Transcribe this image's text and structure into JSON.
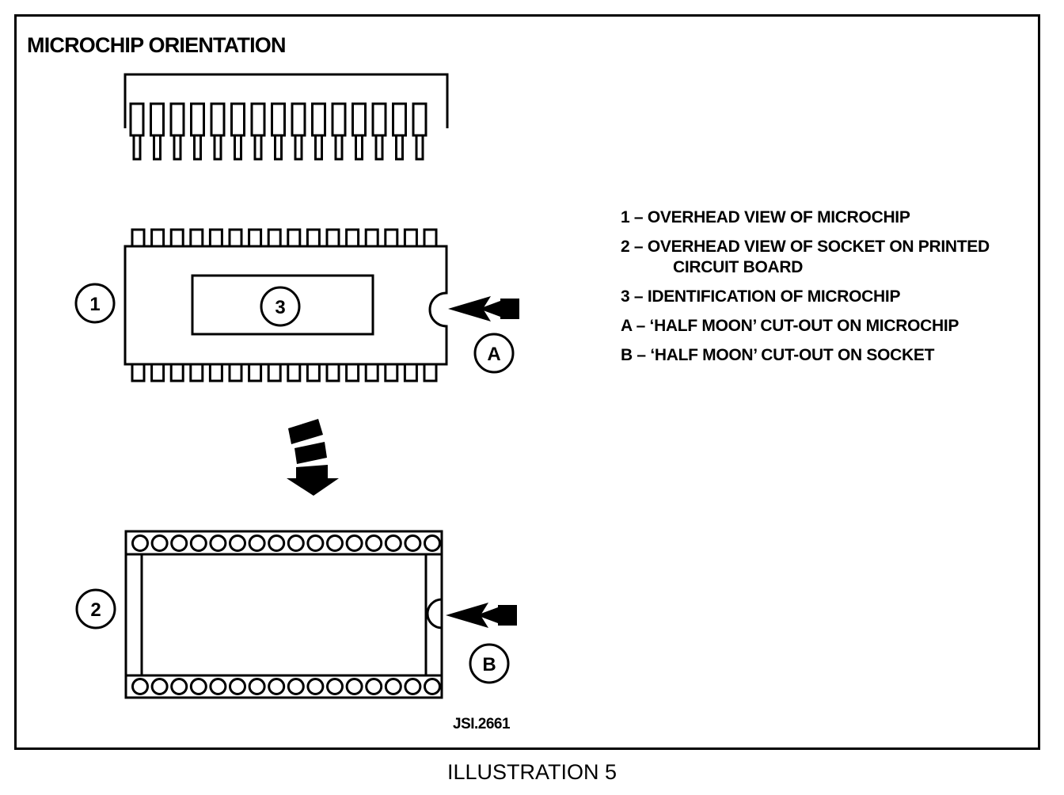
{
  "title": "MICROCHIP ORIENTATION",
  "callouts": {
    "one": "1",
    "two": "2",
    "three": "3",
    "a": "A",
    "b": "B"
  },
  "legend": [
    {
      "id": "1",
      "text": "1 – OVERHEAD VIEW OF MICROCHIP"
    },
    {
      "id": "2",
      "text": "2 – OVERHEAD VIEW OF SOCKET ON PRINTED",
      "cont": "CIRCUIT BOARD"
    },
    {
      "id": "3",
      "text": "3 – IDENTIFICATION OF MICROCHIP"
    },
    {
      "id": "A",
      "text": "A – ‘HALF MOON’ CUT-OUT ON MICROCHIP"
    },
    {
      "id": "B",
      "text": "B – ‘HALF MOON’ CUT-OUT ON SOCKET"
    }
  ],
  "reference": "JSI.2661",
  "caption": "ILLUSTRATION 5",
  "pin_count_per_side": 16
}
